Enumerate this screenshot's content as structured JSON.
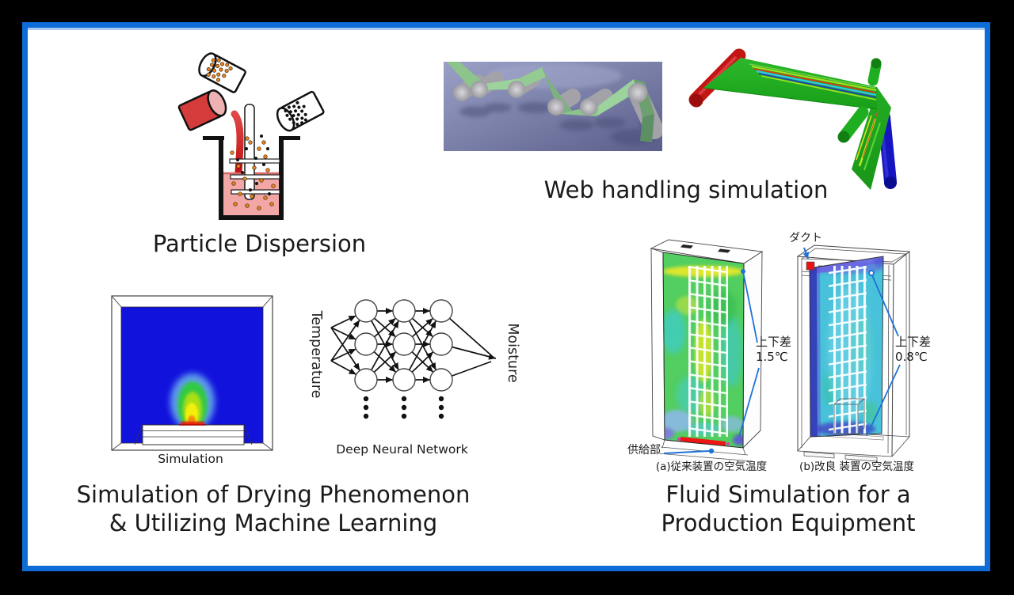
{
  "frame": {
    "outer_background": "#000000",
    "border_color": "#0e6cd6",
    "panel_background": "#ffffff"
  },
  "sections": {
    "particle": {
      "caption": "Particle Dispersion"
    },
    "web": {
      "caption": "Web handling simulation"
    },
    "drying": {
      "sim_label": "Simulation",
      "nn": {
        "input_label": "Temperature",
        "output_label": "Moisture",
        "caption": "Deep Neural Network"
      },
      "caption_line1": "Simulation of Drying Phenomenon",
      "caption_line2": "& Utilizing Machine Learning"
    },
    "fluid": {
      "duct_label": "ダクト",
      "supply_label": "供給部",
      "diff_a": {
        "line1": "上下差",
        "line2": "1.5℃"
      },
      "diff_b": {
        "line1": "上下差",
        "line2": "0.8℃"
      },
      "subcaption_a": "(a)従来装置の空気温度",
      "subcaption_b": "(b)改良 装置の空気温度",
      "caption_line1": "Fluid Simulation for a",
      "caption_line2": "Production Equipment"
    }
  },
  "colors": {
    "frame_border": "#0e6cd6",
    "annotation_blue": "#1f72d8",
    "web_green": "#8cc48c",
    "cfd_green": "#53ce60",
    "cfd_cyan": "#48c2da",
    "sim_blue": "#1212dd",
    "red_accent": "#d43c3c"
  }
}
